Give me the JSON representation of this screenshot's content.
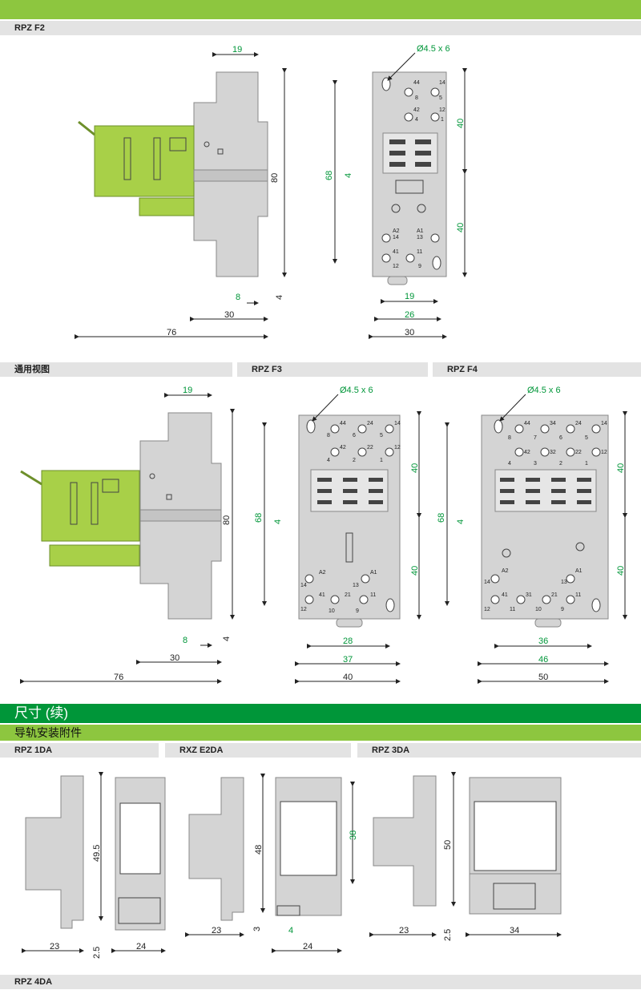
{
  "colors": {
    "accent": "#8dc63f",
    "section": "#009639",
    "label_bg": "#e3e3e3",
    "part_gray": "#d4d4d4",
    "relay_green": "#a8d048"
  },
  "labels": {
    "rpz_f2": "RPZ F2",
    "general_view": "通用视图",
    "rpz_f3": "RPZ F3",
    "rpz_f4": "RPZ F4",
    "section_title": "尺寸 (续)",
    "subsection_title": "导轨安装附件",
    "rpz_1da": "RPZ 1DA",
    "rxz_e2da": "RXZ E2DA",
    "rpz_3da": "RPZ 3DA",
    "rpz_4da": "RPZ 4DA"
  },
  "dims": {
    "d19": "19",
    "d80": "80",
    "d8": "8",
    "d4": "4",
    "d30": "30",
    "d76": "76",
    "hole": "Ø4.5 x 6",
    "d40": "40",
    "d68": "68",
    "d26": "26",
    "d28": "28",
    "d37": "37",
    "d36": "36",
    "d46": "46",
    "d50": "50",
    "d49_5": "49.5",
    "d23": "23",
    "d2_5": "2.5",
    "d24": "24",
    "d48": "48",
    "d3": "3",
    "d38": "38"
  },
  "pins": {
    "p44": "44",
    "p14": "14",
    "p8": "8",
    "p5": "5",
    "p42": "42",
    "p12": "12",
    "p4": "4",
    "p1": "1",
    "pA2": "A2",
    "pA1": "A1",
    "p13": "13",
    "p41": "41",
    "p11": "11",
    "p9": "9",
    "p24": "24",
    "p6": "6",
    "p22": "22",
    "p2": "2",
    "p21": "21",
    "p10": "10",
    "p34": "34",
    "p7": "7",
    "p32": "32",
    "p3": "3",
    "p31": "31"
  }
}
